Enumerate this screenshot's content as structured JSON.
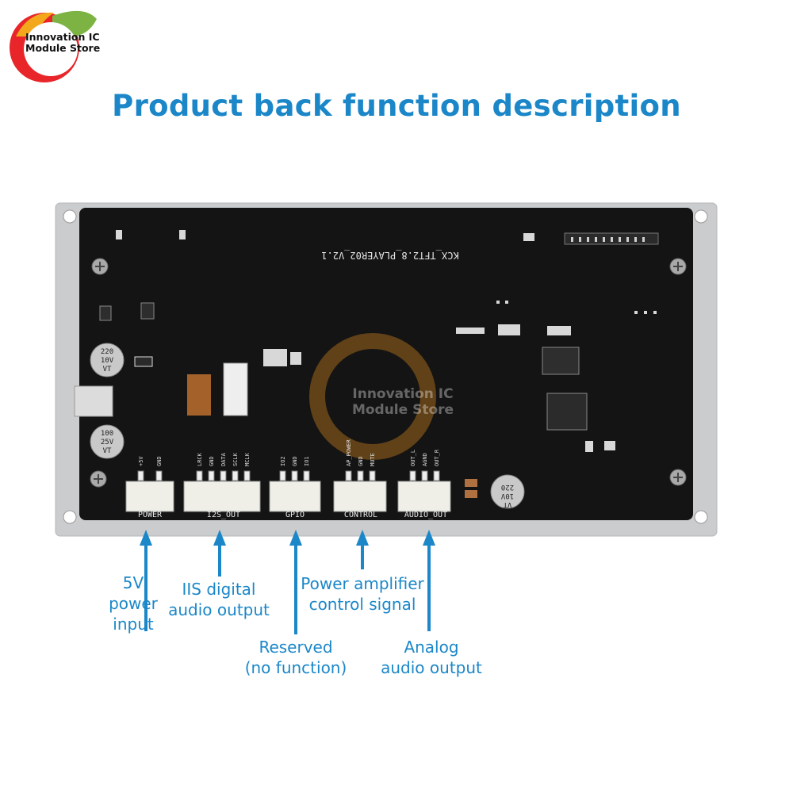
{
  "logo": {
    "line1": "Innovation IC",
    "line2": "Module Store"
  },
  "title": "Product back function description",
  "board": {
    "silkscreen": "KCX_TFT2.8_PLAYER02_V2.1",
    "watermark_line1": "Innovation IC",
    "watermark_line2": "Module Store",
    "cap1": [
      "220",
      "10V",
      "VT"
    ],
    "cap2": [
      "100",
      "25V",
      "VT"
    ],
    "cap3": [
      "220",
      "10V",
      "VT"
    ],
    "connectors": [
      {
        "label": "POWER",
        "pins": [
          "+5V",
          "GND"
        ]
      },
      {
        "label": "I2S_OUT",
        "pins": [
          "LRCK",
          "GND",
          "DATA",
          "SCLK",
          "MCLK"
        ]
      },
      {
        "label": "GPIO",
        "pins": [
          "IO2",
          "GND",
          "IO1"
        ]
      },
      {
        "label": "CONTROL",
        "pins": [
          "AP_POWER",
          "GND",
          "MUTE"
        ]
      },
      {
        "label": "AUDIO_OUT",
        "pins": [
          "OUT_L",
          "AGND",
          "OUT_R"
        ]
      }
    ]
  },
  "callouts": {
    "power": [
      "5V",
      "power",
      "input"
    ],
    "iis": [
      "IIS digital",
      "audio output"
    ],
    "reserved": [
      "Reserved",
      "(no function)"
    ],
    "control": [
      "Power amplifier",
      "control signal"
    ],
    "analog": [
      "Analog",
      "audio output"
    ]
  },
  "colors": {
    "accent": "#1b87c8",
    "pcb": "#141414",
    "frame": "#c9cacc"
  }
}
